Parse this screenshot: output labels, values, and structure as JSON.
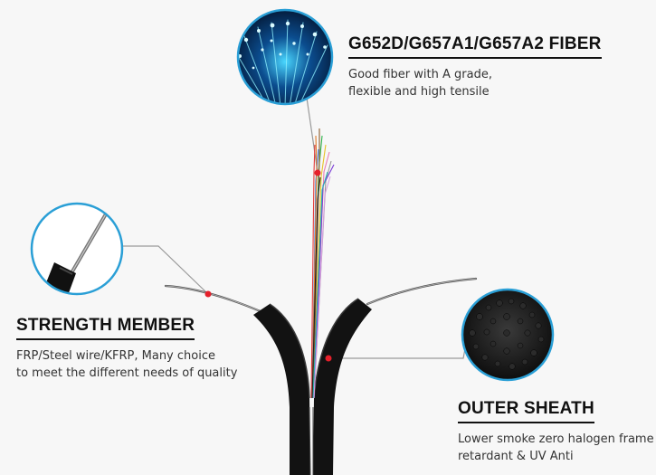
{
  "callouts": {
    "fiber": {
      "title": "G652D/G657A1/G657A2 FIBER",
      "lines": [
        "Good fiber with A grade,",
        "flexible and high tensile"
      ]
    },
    "strength": {
      "title": "STRENGTH MEMBER",
      "lines": [
        "FRP/Steel wire/KFRP, Many choice",
        "to meet the different needs of quality"
      ]
    },
    "sheath": {
      "title": "OUTER SHEATH",
      "lines": [
        "Lower smoke zero halogen frame",
        "retardant & UV Anti"
      ]
    }
  },
  "colors": {
    "ring": "#2a9fd6",
    "marker": "#e5202b",
    "leader": "#9a9a9a",
    "cable": "#121212"
  }
}
